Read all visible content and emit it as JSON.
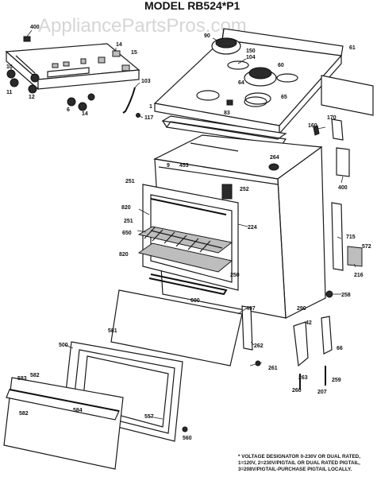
{
  "diagram": {
    "title": "MODEL RB524*P1",
    "watermark": "AppliancePartsPros.com",
    "note_lines": [
      "* VOLTAGE DESIGNATOR 0-230V OR DUAL RATED,",
      "1=120V, 2=230V/PIGTAIL OR DUAL RATED PIGTAIL,",
      "3=208V/PIGTAIL-PURCHASE PIGTAIL LOCALLY."
    ],
    "callouts": {
      "c_top_left": "400",
      "c_knob_top": "10",
      "c_knob_left1": "11",
      "c_knob_left2": "12",
      "c_knob_mid1": "6",
      "c_knob_mid2": "14",
      "c_panel_14": "14",
      "c_panel_15": "15",
      "c_lead_103": "103",
      "c_lead_117": "117",
      "c_lead_1": "1",
      "c_burner_90": "90",
      "c_burner_104": "104",
      "c_burner_150": "150",
      "c_burner_60": "60",
      "c_burner_64": "64",
      "c_burner_65": "65",
      "c_cook_83": "83",
      "c_side_61": "61",
      "c_side_160": "160",
      "c_side_170": "170",
      "c_side_400b": "400",
      "c_cabinet_9": "9",
      "c_cabinet_453": "453",
      "c_cabinet_264": "264",
      "c_cabinet_251": "251",
      "c_cabinet_252": "252",
      "c_oven_820": "820",
      "c_oven_251b": "251",
      "c_oven_650": "650",
      "c_oven_820b": "820",
      "c_oven_224": "224",
      "c_oven_250": "250",
      "c_oven_600": "600",
      "c_right_715": "715",
      "c_right_572": "572",
      "c_right_216": "216",
      "c_right_258": "258",
      "c_right_290": "290",
      "c_drawer_497": "497",
      "c_drawer_262": "262",
      "c_door_500": "500",
      "c_door_581": "581",
      "c_hinge_42": "42",
      "c_hinge_66": "66",
      "c_hinge_261": "261",
      "c_hinge_263": "263",
      "c_hinge_260": "260",
      "c_hinge_207": "207",
      "c_hinge_259": "259",
      "c_bottom_583": "583",
      "c_bottom_582": "582",
      "c_bottom_584": "584",
      "c_bottom_557": "557",
      "c_bottom_560": "560",
      "c_bottom_582b": "582"
    }
  }
}
